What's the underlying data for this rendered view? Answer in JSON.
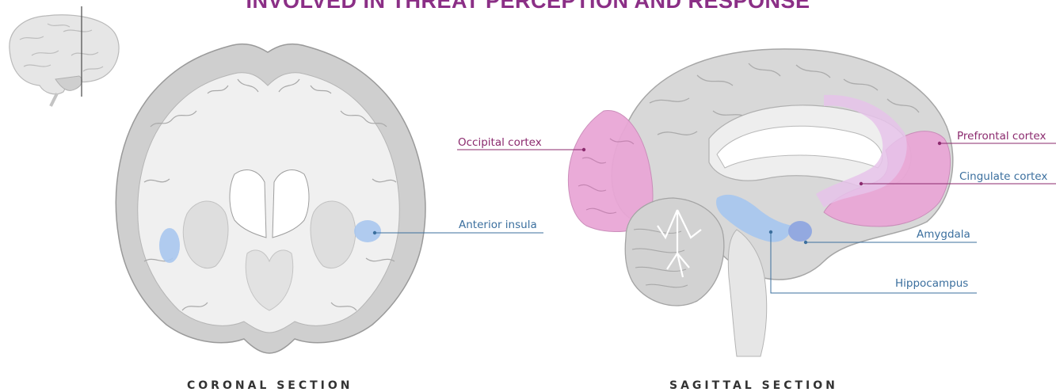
{
  "title": "INVOLVED IN THREAT PERCEPTION AND RESPONSE",
  "labels": {
    "occipital": "Occipital cortex",
    "anterior_insula": "Anterior insula",
    "prefrontal": "Prefrontal cortex",
    "cingulate": "Cingulate cortex",
    "amygdala": "Amygdala",
    "hippocampus": "Hippocampus"
  },
  "sections": {
    "coronal": "CORONAL SECTION",
    "sagittal": "SAGITTAL SECTION"
  },
  "colors": {
    "title": "#8b2f86",
    "pink_region": "#e9a7d6",
    "blue_region": "#a9c7ee",
    "pink_leader": "#8b2a6e",
    "blue_leader": "#3b6f9e",
    "brain_gray": "#dcdcdc"
  }
}
